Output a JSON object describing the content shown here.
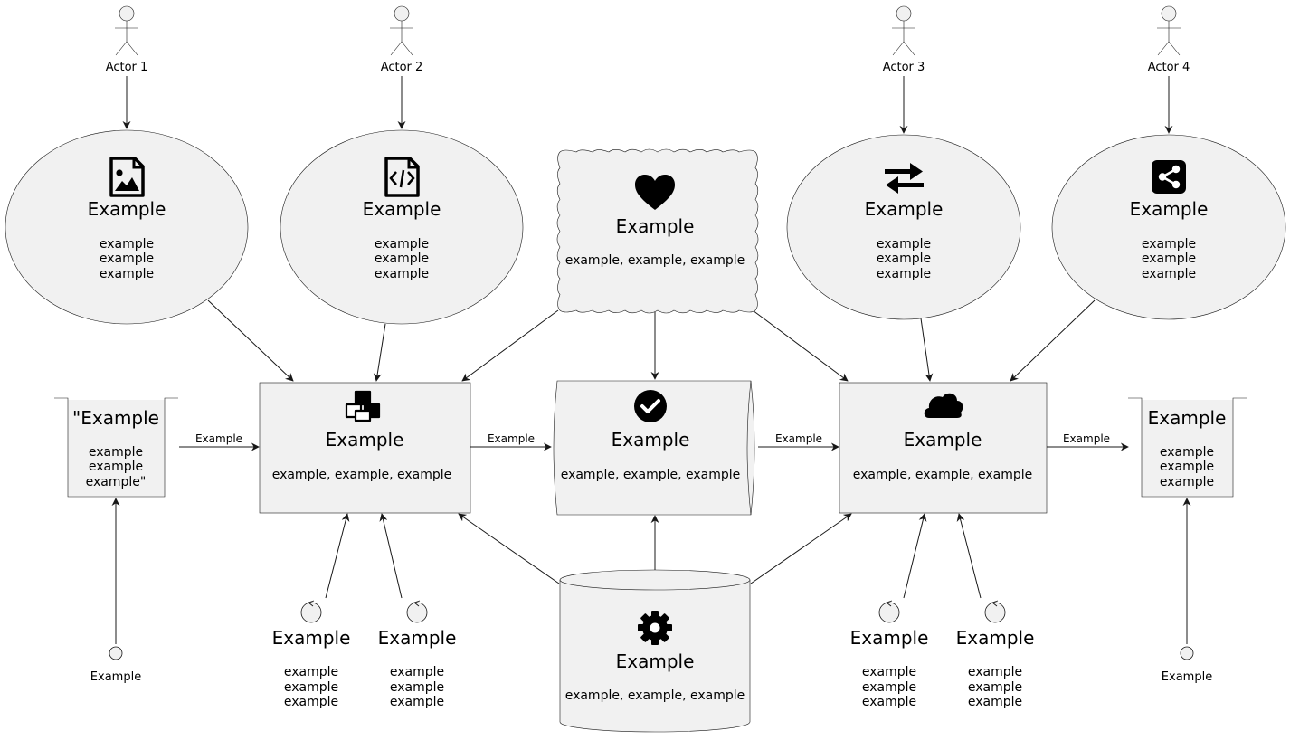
{
  "actors": [
    {
      "label": "Actor 1"
    },
    {
      "label": "Actor 2"
    },
    {
      "label": "Actor 3"
    },
    {
      "label": "Actor 4"
    }
  ],
  "usecases": [
    {
      "icon": "file-image-icon",
      "title": "Example",
      "lines": [
        "example",
        "example",
        "example"
      ]
    },
    {
      "icon": "file-code-icon",
      "title": "Example",
      "lines": [
        "example",
        "example",
        "example"
      ]
    },
    {
      "icon": "exchange-arrows-icon",
      "title": "Example",
      "lines": [
        "example",
        "example",
        "example"
      ]
    },
    {
      "icon": "share-icon",
      "title": "Example",
      "lines": [
        "example",
        "example",
        "example"
      ]
    }
  ],
  "cloud": {
    "icon": "heart-icon",
    "title": "Example",
    "text": "example, example, example"
  },
  "components": [
    {
      "icon": "cubes-icon",
      "title": "Example",
      "text": "example, example, example"
    },
    {
      "icon": "cloud-icon",
      "title": "Example",
      "text": "example, example, example"
    }
  ],
  "queue": {
    "icon": "check-circle-icon",
    "title": "Example",
    "text": "example, example, example"
  },
  "database": {
    "icon": "gear-icon",
    "title": "Example",
    "text": "example, example, example"
  },
  "stacks": [
    {
      "title": "\"Example",
      "lines": [
        "example",
        "example",
        "example\""
      ]
    },
    {
      "title": "Example",
      "lines": [
        "example",
        "example",
        "example"
      ]
    }
  ],
  "controls": [
    {
      "title": "Example",
      "lines": [
        "example",
        "example",
        "example"
      ]
    },
    {
      "title": "Example",
      "lines": [
        "example",
        "example",
        "example"
      ]
    },
    {
      "title": "Example",
      "lines": [
        "example",
        "example",
        "example"
      ]
    },
    {
      "title": "Example",
      "lines": [
        "example",
        "example",
        "example"
      ]
    }
  ],
  "interfaces": [
    {
      "label": "Example"
    },
    {
      "label": "Example"
    }
  ],
  "edge_labels": [
    "Example",
    "Example",
    "Example",
    "Example"
  ]
}
